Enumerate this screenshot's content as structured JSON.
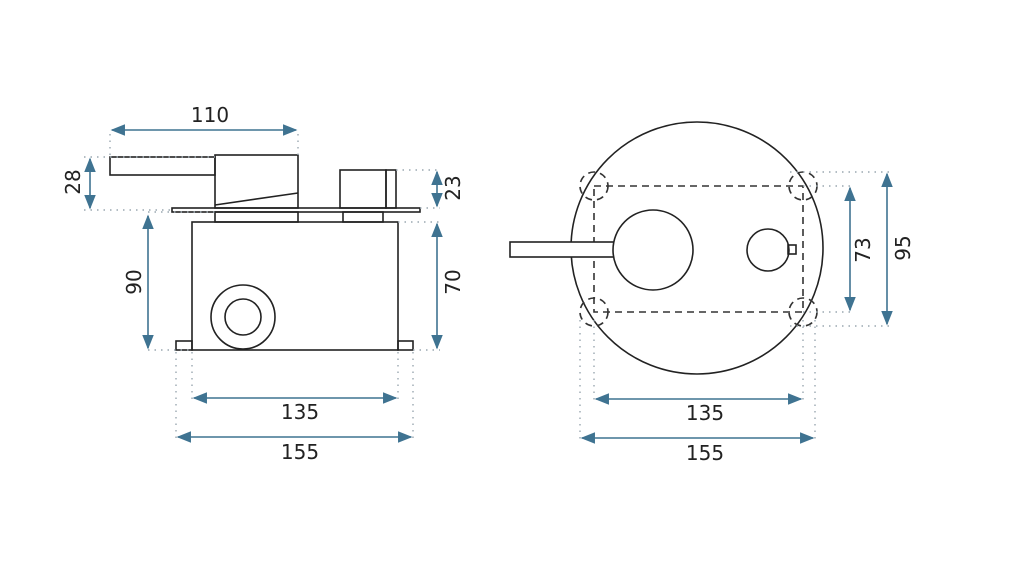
{
  "side_view": {
    "dims": {
      "top_width": "110",
      "lever_height": "28",
      "knob_height": "23",
      "total_depth": "90",
      "box_depth": "70",
      "box_width": "135",
      "overall_width": "155"
    }
  },
  "front_view": {
    "dims": {
      "inner_height": "73",
      "outer_height": "95",
      "box_width": "135",
      "overall_width": "155"
    }
  },
  "colors": {
    "dimension": "#3f7391",
    "outline": "#222222"
  }
}
